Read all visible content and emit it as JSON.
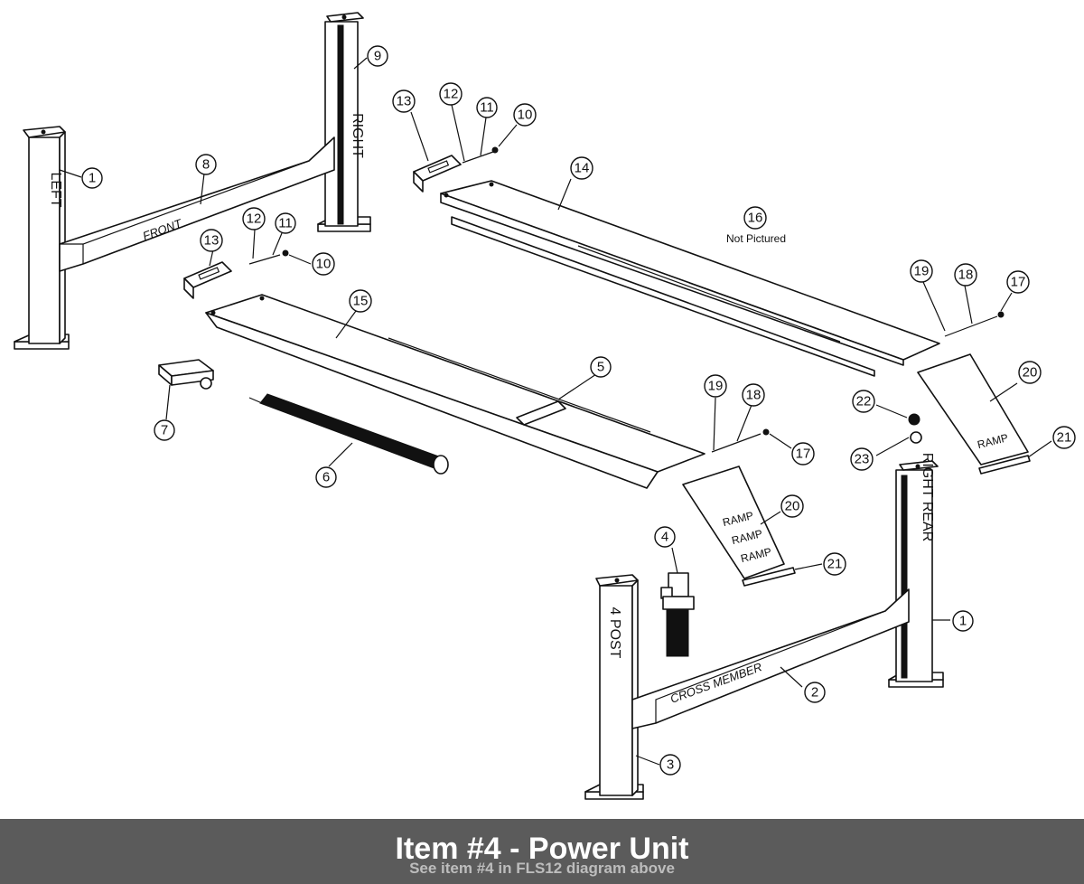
{
  "diagram": {
    "labels": {
      "left": "LEFT",
      "right": "RIGHT",
      "front": "FRONT",
      "right_rear": "RIGHT REAR",
      "four_post": "4 POST",
      "cross_member": "CROSS MEMBER",
      "ramp": "RAMP",
      "not_pictured": "Not Pictured"
    },
    "callouts": [
      {
        "id": "c1a",
        "text": "1"
      },
      {
        "id": "c8",
        "text": "8"
      },
      {
        "id": "c9",
        "text": "9"
      },
      {
        "id": "c13a",
        "text": "13"
      },
      {
        "id": "c12a",
        "text": "12"
      },
      {
        "id": "c11a",
        "text": "11"
      },
      {
        "id": "c10a",
        "text": "10"
      },
      {
        "id": "c14",
        "text": "14"
      },
      {
        "id": "c16",
        "text": "16"
      },
      {
        "id": "c13b",
        "text": "13"
      },
      {
        "id": "c12b",
        "text": "12"
      },
      {
        "id": "c11b",
        "text": "11"
      },
      {
        "id": "c10b",
        "text": "10"
      },
      {
        "id": "c15",
        "text": "15"
      },
      {
        "id": "c19a",
        "text": "19"
      },
      {
        "id": "c18a",
        "text": "18"
      },
      {
        "id": "c17a",
        "text": "17"
      },
      {
        "id": "c5",
        "text": "5"
      },
      {
        "id": "c7",
        "text": "7"
      },
      {
        "id": "c6",
        "text": "6"
      },
      {
        "id": "c19b",
        "text": "19"
      },
      {
        "id": "c18b",
        "text": "18"
      },
      {
        "id": "c17b",
        "text": "17"
      },
      {
        "id": "c20a",
        "text": "20"
      },
      {
        "id": "c22",
        "text": "22"
      },
      {
        "id": "c23",
        "text": "23"
      },
      {
        "id": "c21a",
        "text": "21"
      },
      {
        "id": "c20b",
        "text": "20"
      },
      {
        "id": "c21b",
        "text": "21"
      },
      {
        "id": "c4",
        "text": "4"
      },
      {
        "id": "c1b",
        "text": "1"
      },
      {
        "id": "c2",
        "text": "2"
      },
      {
        "id": "c3",
        "text": "3"
      }
    ]
  },
  "footer": {
    "title": "Item #4 - Power Unit",
    "subtitle": "See item #4 in FLS12 diagram above"
  }
}
